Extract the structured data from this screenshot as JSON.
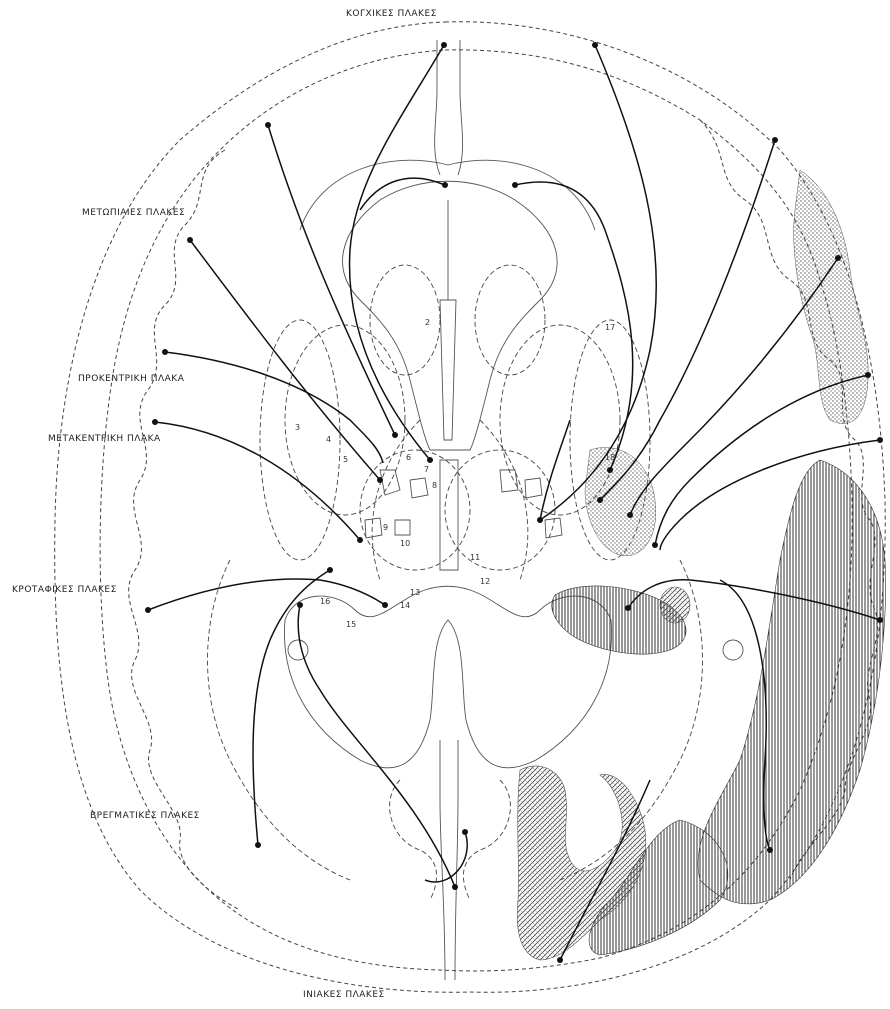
{
  "labels": {
    "top": "ΚΟΓΧΙΚΕΣ ΠΛΑΚΕΣ",
    "left1": "ΜΕΤΩΠΙΑΙΕΣ ΠΛΑΚΕΣ",
    "left2": "ΠΡΟΚΕΝΤΡΙΚΗ ΠΛΑΚΑ",
    "left3": "ΜΕΤΑΚΕΝΤΡΙΚΗ ΠΛΑΚΑ",
    "left4": "ΚΡΟΤΑΦΙΚΕΣ ΠΛΑΚΕΣ",
    "left5": "ΒΡΕΓΜΑΤΙΚΕΣ ΠΛΑΚΕΣ",
    "bottom": "ΙΝΙΑΚΕΣ ΠΛΑΚΕΣ"
  },
  "region_numbers": [
    "2",
    "3",
    "4",
    "5",
    "6",
    "7",
    "8",
    "9",
    "10",
    "11",
    "12",
    "13",
    "14",
    "15",
    "16",
    "17",
    "18"
  ]
}
